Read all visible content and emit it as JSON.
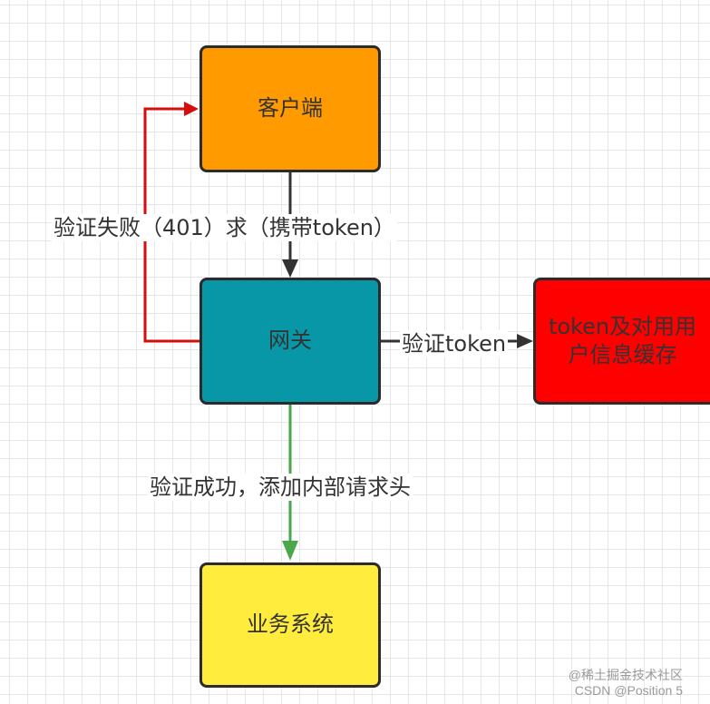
{
  "nodes": {
    "client": {
      "label": "客户端",
      "fill": "#FF9B00"
    },
    "gateway": {
      "label": "网关",
      "fill": "#0897A6"
    },
    "cache": {
      "label": "token及对用用户信息缓存",
      "fill": "#FF0000"
    },
    "business": {
      "label": "业务系统",
      "fill": "#FFEC3D"
    }
  },
  "edges": {
    "request": {
      "label": "验证失败（401）求（携带token）",
      "color": "#333333"
    },
    "failure": {
      "color": "#D40D0D"
    },
    "verify": {
      "label": "验证token",
      "color": "#333333"
    },
    "success": {
      "label": "验证成功，添加内部请求头",
      "color": "#4CA64C"
    }
  },
  "watermarks": [
    "@稀土掘金技术社区",
    "CSDN @Position 5"
  ]
}
